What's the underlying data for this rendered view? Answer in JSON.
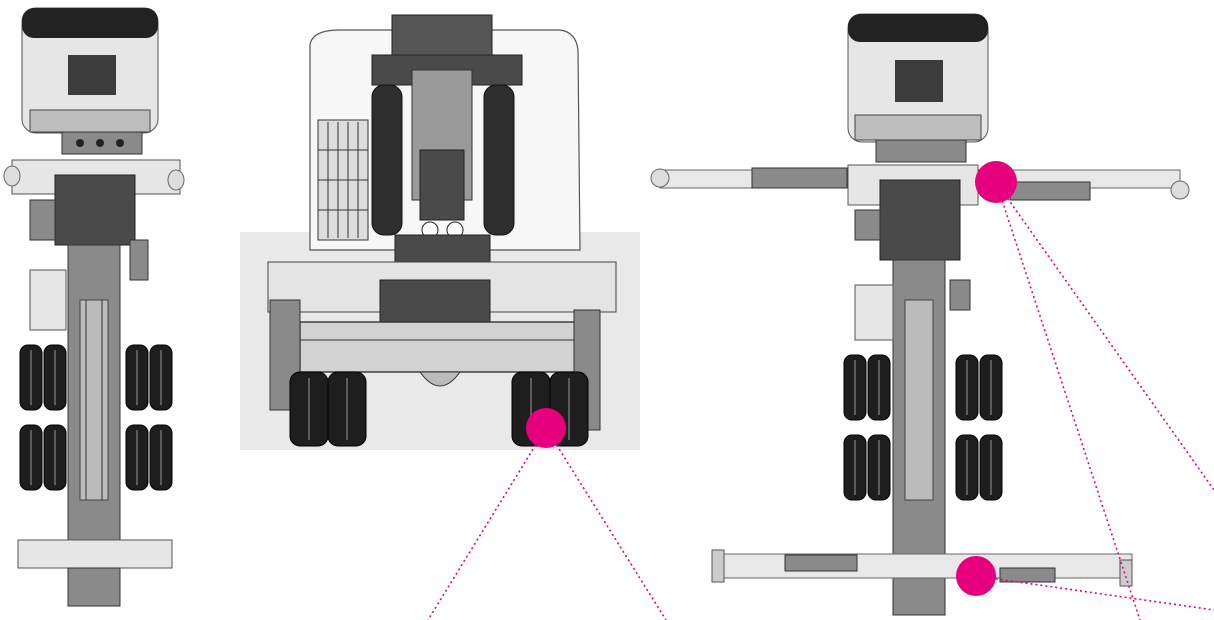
{
  "colors": {
    "accent": "#e6007e",
    "panel_background": "#e9e9e9",
    "machine_dark": "#4a4a4a",
    "tire": "#1e1e1e"
  },
  "views": [
    {
      "name": "top-view-left",
      "description_icon": "crane-top-view-icon"
    },
    {
      "name": "rear-view-center",
      "description_icon": "crane-rear-view-icon"
    },
    {
      "name": "top-view-right-outriggers-extended",
      "description_icon": "crane-top-view-outriggers-icon"
    }
  ]
}
